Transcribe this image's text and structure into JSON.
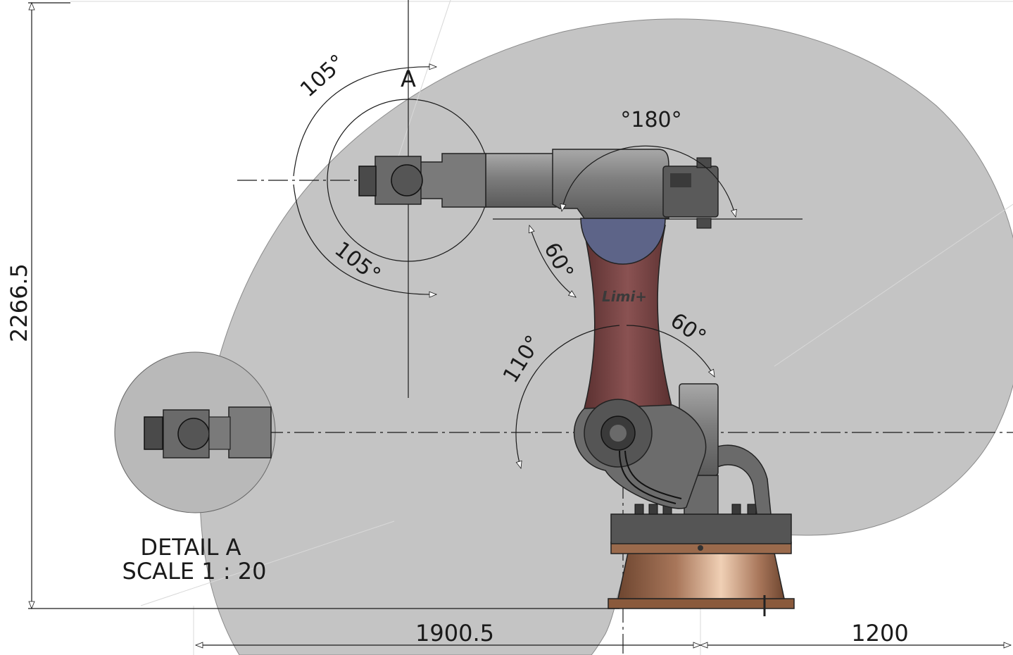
{
  "dimensions": {
    "height": "2266.5",
    "reach": "1900.5",
    "rear": "1200"
  },
  "angles": {
    "wrist_upper": "105°",
    "wrist_lower": "105°",
    "arm_rotation": "°180°",
    "forearm": "60°",
    "upper_arm_back": "110°",
    "upper_arm_front": "60°"
  },
  "detail": {
    "marker": "A",
    "title": "DETAIL A",
    "scale": "SCALE 1 : 20"
  },
  "colors": {
    "workspace": "#c4c4c4",
    "link_grey": "#8a8a8a",
    "link_dark": "#5f5f5f",
    "shoulder_blue": "#5d6488",
    "upper_arm_red": "#7a4646",
    "base_bronze": "#a8765a",
    "base_highlight": "#f0d0b5"
  },
  "labels": {
    "brand": "Limi+"
  }
}
